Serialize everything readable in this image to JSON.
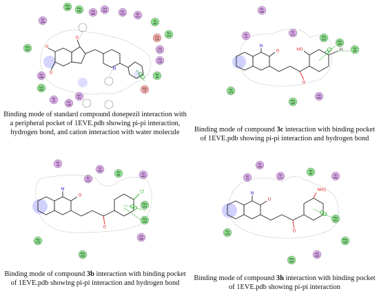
{
  "figure": {
    "panels": [
      {
        "id": "donepezil",
        "caption_parts": [
          "Binding mode of standard compound donepezil interaction with a peripheral pocket of 1EVE.pdb showing pi-pi interaction, hydrogen bond, and cation interaction with water molecule"
        ],
        "residues": [
          {
            "name": "Phe",
            "num": "288",
            "color": "#8ee08e"
          },
          {
            "name": "Phe",
            "num": "290",
            "color": "#8ee08e"
          },
          {
            "name": "His",
            "num": "440",
            "color": "#d9a8e8"
          },
          {
            "name": "Gly",
            "num": "441",
            "color": "#d9a8e8"
          },
          {
            "name": "Ser",
            "num": "122",
            "color": "#d9a8e8"
          },
          {
            "name": "Tyr",
            "num": "121",
            "color": "#d9a8e8"
          },
          {
            "name": "Ile",
            "num": "287",
            "color": "#8ee08e"
          },
          {
            "name": "Trp",
            "num": "279",
            "color": "#8ee08e"
          },
          {
            "name": "Tyr",
            "num": "334",
            "color": "#d9a8e8"
          },
          {
            "name": "Phe",
            "num": "331",
            "color": "#8ee08e"
          },
          {
            "name": "Glu",
            "num": "199",
            "color": "#f4a8a8"
          },
          {
            "name": "Gly",
            "num": "117",
            "color": "#d9a8e8"
          },
          {
            "name": "Gly",
            "num": "118",
            "color": "#d9a8e8"
          },
          {
            "name": "Trp",
            "num": "84",
            "color": "#8ee08e"
          },
          {
            "name": "Asp",
            "num": "72",
            "color": "#f4a8a8"
          },
          {
            "name": "Ser",
            "num": "81",
            "color": "#d9a8e8"
          },
          {
            "name": "Leu",
            "num": "282",
            "color": "#8ee08e"
          },
          {
            "name": "Tyr",
            "num": "70",
            "color": "#d9a8e8"
          },
          {
            "name": "Tyr",
            "num": "130",
            "color": "#d9a8e8"
          },
          {
            "name": "Ser",
            "num": "286",
            "color": "#d9a8e8"
          }
        ]
      },
      {
        "id": "3c",
        "caption_parts": [
          "Binding mode of compound ",
          "3c",
          " interaction with binding pocket of 1EVE.pdb showing pi-pi interaction and hydrogen bond"
        ],
        "atoms": [
          "N",
          "O",
          "HO",
          "O",
          "H"
        ],
        "residues": [
          {
            "name": "Tyr",
            "num": "334",
            "color": "#d9a8e8"
          },
          {
            "name": "Tyr",
            "num": "70",
            "color": "#d9a8e8"
          },
          {
            "name": "Tyr",
            "num": "121",
            "color": "#d9a8e8"
          },
          {
            "name": "Phe",
            "num": "331",
            "color": "#8ee08e"
          },
          {
            "name": "Phe",
            "num": "330",
            "color": "#8ee08e"
          },
          {
            "name": "Trp",
            "num": "84",
            "color": "#8ee08e"
          },
          {
            "name": "Trp",
            "num": "279",
            "color": "#8ee08e"
          },
          {
            "name": "Phe",
            "num": "290",
            "color": "#8ee08e"
          },
          {
            "name": "His",
            "num": "440",
            "color": "#d9a8e8"
          }
        ]
      },
      {
        "id": "3b",
        "caption_parts": [
          "Binding mode of compound ",
          "3b",
          " interaction with binding pocket of 1EVE.pdb showing pi-pi interaction and hydrogen bond"
        ],
        "atoms": [
          "N",
          "O",
          "Cl",
          "O"
        ],
        "residues": [
          {
            "name": "Tyr",
            "num": "70",
            "color": "#d9a8e8"
          },
          {
            "name": "Tyr",
            "num": "334",
            "color": "#d9a8e8"
          },
          {
            "name": "Tyr",
            "num": "121",
            "color": "#d9a8e8"
          },
          {
            "name": "Trp",
            "num": "84",
            "color": "#8ee08e"
          },
          {
            "name": "Tyr",
            "num": "442",
            "color": "#d9a8e8"
          },
          {
            "name": "Trp",
            "num": "279",
            "color": "#8ee08e"
          },
          {
            "name": "Phe",
            "num": "331",
            "color": "#8ee08e"
          },
          {
            "name": "Phe",
            "num": "330",
            "color": "#8ee08e"
          },
          {
            "name": "His",
            "num": "440",
            "color": "#d9a8e8"
          },
          {
            "name": "Phe",
            "num": "290",
            "color": "#8ee08e"
          }
        ]
      },
      {
        "id": "3h",
        "caption_parts": [
          "Binding mode of compound ",
          "3h",
          " interaction with binding pocket of 1EVE.pdb showing pi-pi interaction"
        ],
        "atoms": [
          "N",
          "O",
          "NH2",
          "O"
        ],
        "residues": [
          {
            "name": "Tyr",
            "num": "334",
            "color": "#d9a8e8"
          },
          {
            "name": "Tyr",
            "num": "70",
            "color": "#d9a8e8"
          },
          {
            "name": "Tyr",
            "num": "121",
            "color": "#d9a8e8"
          },
          {
            "name": "Trp",
            "num": "84",
            "color": "#8ee08e"
          },
          {
            "name": "Tyr",
            "num": "442",
            "color": "#d9a8e8"
          },
          {
            "name": "Phe",
            "num": "331",
            "color": "#8ee08e"
          },
          {
            "name": "Trp",
            "num": "279",
            "color": "#8ee08e"
          },
          {
            "name": "Phe",
            "num": "330",
            "color": "#8ee08e"
          },
          {
            "name": "His",
            "num": "440",
            "color": "#d9a8e8"
          },
          {
            "name": "Phe",
            "num": "290",
            "color": "#8ee08e"
          }
        ]
      }
    ]
  }
}
